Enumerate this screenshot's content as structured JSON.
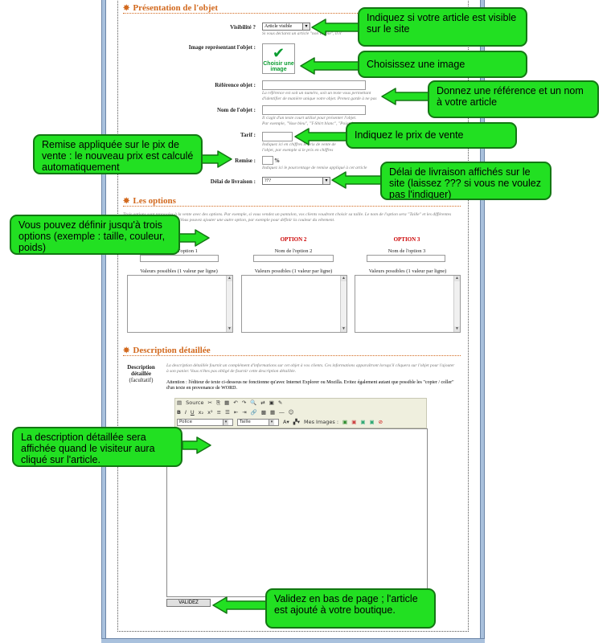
{
  "sections": {
    "presentation": "Présentation de l'objet",
    "options": "Les options",
    "description": "Description détaillée"
  },
  "form": {
    "visible_label": "Visibilité ?",
    "visible_value": "Article visible",
    "visible_help": "Si vous déclarez un article \"non visible\", il n'",
    "image_label": "Image représentant l'objet :",
    "image_button": "Choisir une image",
    "reference_label": "Référence objet :",
    "reference_help": "La référence est soit un numéro, soit un texte vous permettant d'identifier de manière unique votre objet. Prenez garde à ne pas utiliser deux fois la même référence.",
    "name_label": "Nom de l'objet :",
    "name_help": "Il s'agit d'un texte court utilisé pour présenter l'objet. Par exemple, \"Vase bleu\", \"T-Shirt blanc\", \"Poignée de porte\", ou \"Tableau d'art de lune\".",
    "tarif_label": "Tarif :",
    "tarif_help": "Indiquez ici en chiffres le prix de vente de l'objet, par exemple si le prix en chiffres (exemple : 10.95).",
    "remise_label": "Remise :",
    "remise_unit": "%",
    "remise_help": "Indiquez ici le pourcentage de remise appliqué à cet article",
    "delai_label": "Délai de livraison :",
    "delai_value": "???"
  },
  "options": {
    "intro": "Trois options sont proposées à la vente avec des options. Par exemple, si vous vendez un pantalon, vos clients voudront choisir sa taille. Le nom de l'option sera \"Taille\" et les différentes valeurs disponibles (38, 40, ...). Vous pouvez ajouter une autre option, par exemple pour définir la couleur du vêtement.",
    "columns": [
      {
        "head": "OPTION 1",
        "name_label": "Nom de l'option 1",
        "values_label": "Valeurs possibles (1 valeur par ligne)"
      },
      {
        "head": "OPTION 2",
        "name_label": "Nom de l'option 2",
        "values_label": "Valeurs possibles (1 valeur par ligne)"
      },
      {
        "head": "OPTION 3",
        "name_label": "Nom de l'option 3",
        "values_label": "Valeurs possibles (1 valeur par ligne)"
      }
    ]
  },
  "description": {
    "label": "Description détaillée",
    "optional": "(facultatif)",
    "help": "La description détaillée fournit un complément d'informations sur cet objet à vos clients. Ces informations apparaîtront lorsqu'il cliquera sur l'objet pour l'ajouter à son panier. Vous n'êtes pas obligé de fournir cette description détaillée.",
    "warning": "Attention : l'éditeur de texte ci-dessous ne fonctionne qu'avec Internet Explorer ou Mozilla. Evitez également autant que possible les \"copier / coller\" d'un texte en provenance de WORD."
  },
  "editor": {
    "source_label": "Source",
    "font_select": "Police",
    "size_select": "Taille",
    "images_label": "Mes Images :"
  },
  "submit_label": "VALIDEZ",
  "callouts": {
    "visible": "Indiquez si votre article est visible sur le site",
    "image": "Choisissez une image",
    "reference": "Donnez une référence et un nom à votre article",
    "price": "Indiquez le prix de vente",
    "discount": "Remise appliquée sur le pix de vente : le nouveau prix est calculé automatiquement",
    "delay": "Délai de livraison affichés sur le site (laissez ??? si vous ne voulez pas l'indiquer)",
    "options": "Vous pouvez définir jusqu'à trois options (exemple : taille, couleur, poids)",
    "description": "La description détaillée sera affichée quand le visiteur aura cliqué sur l'article.",
    "submit": "Validez en bas de page ; l'article est ajouté à votre boutique."
  },
  "colors": {
    "callout_fill": "#22e022",
    "callout_border": "#137713",
    "section_title": "#d2691e",
    "option_head": "#cc0000",
    "frame": "#a9c1dd"
  }
}
